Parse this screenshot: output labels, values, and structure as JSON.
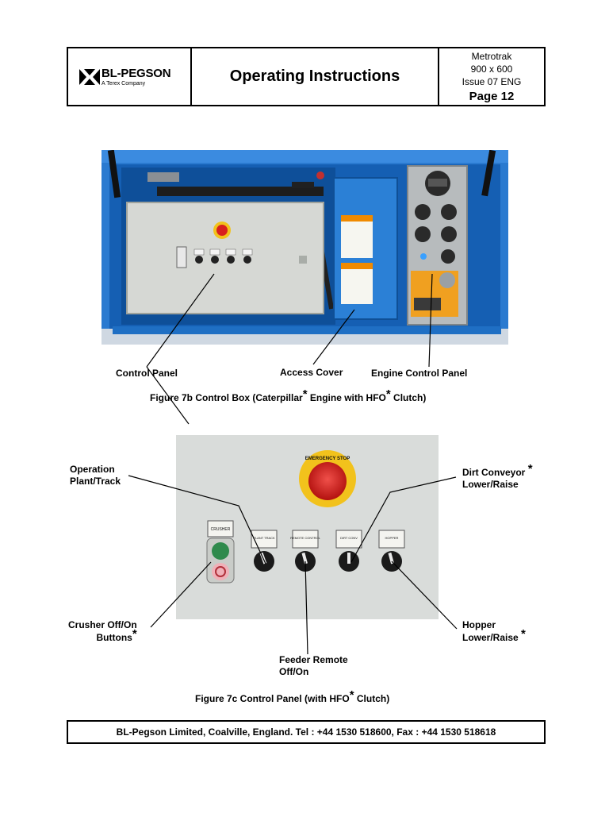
{
  "header": {
    "logo_name": "BL-PEGSON",
    "logo_subtitle": "A Terex Company",
    "title": "Operating Instructions",
    "meta_line1": "Metrotrak",
    "meta_line2": "900 x 600",
    "meta_line3": "Issue 07 ENG",
    "page": "Page 12"
  },
  "figure_7b": {
    "labels": {
      "control_panel": "Control Panel",
      "access_cover": "Access Cover",
      "engine_control_panel": "Engine Control Panel"
    },
    "caption_part1": "Figure 7b Control Box (Caterpillar",
    "caption_part2": " Engine with HFO",
    "caption_part3": " Clutch)",
    "star": "*"
  },
  "figure_7c": {
    "labels": {
      "operation_line1": "Operation",
      "operation_line2": "Plant/Track",
      "dirt_conveyor_line1": "Dirt Conveyor",
      "dirt_conveyor_line2": "Lower/Raise",
      "crusher_line1": "Crusher Off/On",
      "crusher_line2": "Buttons",
      "hopper_line1": "Hopper",
      "hopper_line2": "Lower/Raise",
      "feeder_line1": "Feeder Remote",
      "feeder_line2": "Off/On"
    },
    "panel_texts": {
      "emergency_stop": "EMERGENCY STOP",
      "crusher_tag": "CRUSHER",
      "switch1": "PLANT TRACK",
      "switch2": "REMOTE CONTROL",
      "switch3": "DIRT CONV",
      "switch4": "HOPPER"
    },
    "caption_part1": "Figure 7c Control Panel (with HFO",
    "caption_part2": " Clutch)",
    "star": "*"
  },
  "footer": {
    "text": "BL-Pegson Limited, Coalville, England. Tel : +44 1530 518600, Fax : +44 1530 518618"
  },
  "colors": {
    "frame_blue": "#1f6fc4",
    "panel_grey": "#d8dcd9",
    "estop_red": "#d8201e",
    "estop_yellow": "#f2c21c",
    "engine_panel_orange": "#f0a020"
  }
}
